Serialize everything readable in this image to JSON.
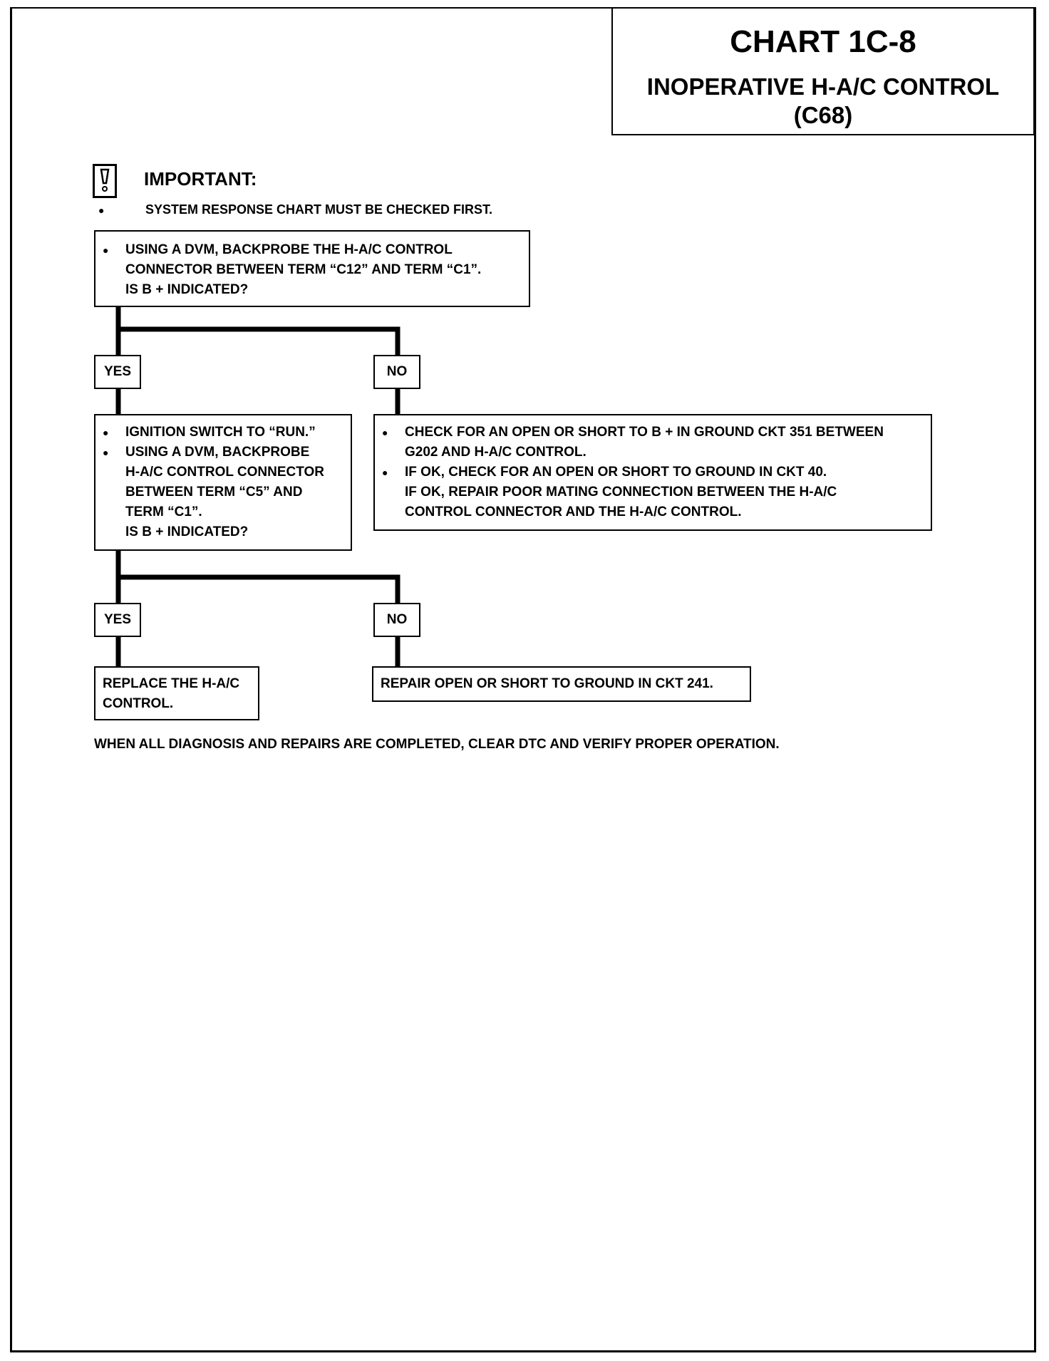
{
  "title": {
    "main": "CHART 1C-8",
    "sub_line1": "INOPERATIVE H-A/C CONTROL",
    "sub_line2": "(C68)"
  },
  "important": {
    "icon": "caution-icon",
    "label": "IMPORTANT:",
    "note": "SYSTEM RESPONSE CHART MUST BE CHECKED FIRST."
  },
  "flowchart": {
    "step1": {
      "lines": [
        "USING A DVM, BACKPROBE THE H-A/C CONTROL",
        "CONNECTOR BETWEEN TERM “C12” AND TERM “C1”.",
        "IS B + INDICATED?"
      ]
    },
    "yes_label": "YES",
    "no_label": "NO",
    "step2_yes": {
      "item1": "IGNITION SWITCH TO “RUN.”",
      "item2_lines": [
        "USING A DVM, BACKPROBE",
        "H-A/C CONTROL CONNECTOR",
        "BETWEEN TERM “C5” AND",
        "TERM “C1”.",
        "IS B + INDICATED?"
      ]
    },
    "step2_no": {
      "item1_lines": [
        "CHECK FOR AN OPEN OR SHORT TO B +  IN GROUND CKT 351 BETWEEN",
        "G202 AND H-A/C CONTROL."
      ],
      "item2_lines": [
        "IF OK, CHECK FOR AN OPEN OR SHORT TO GROUND IN CKT 40.",
        "IF OK, REPAIR POOR MATING CONNECTION BETWEEN THE H-A/C",
        "CONTROL CONNECTOR AND THE H-A/C CONTROL."
      ]
    },
    "result_yes": {
      "lines": [
        "REPLACE THE H-A/C",
        "CONTROL."
      ]
    },
    "result_no": {
      "text": "REPAIR OPEN OR SHORT TO GROUND IN CKT 241."
    }
  },
  "footer": "WHEN ALL DIAGNOSIS AND REPAIRS ARE COMPLETED, CLEAR DTC AND VERIFY PROPER OPERATION."
}
